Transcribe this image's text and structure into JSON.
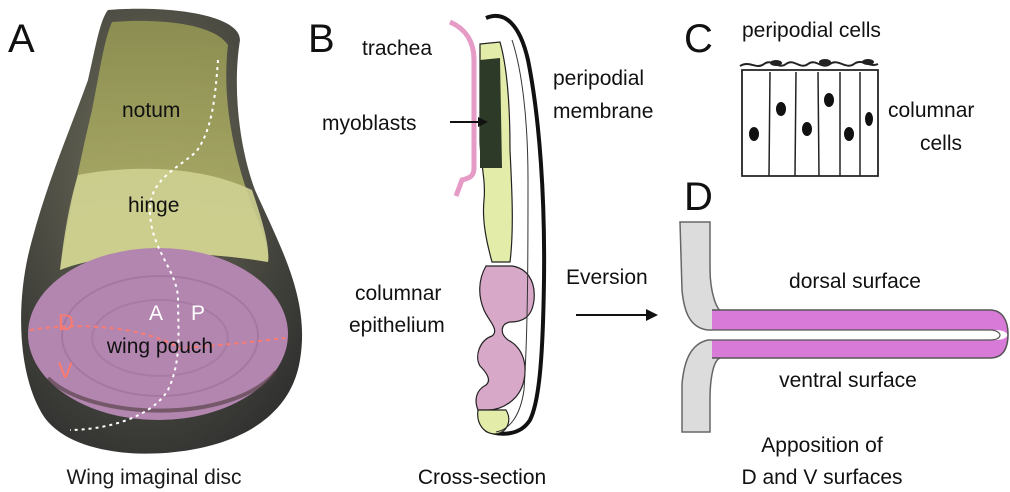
{
  "panels": {
    "a": {
      "letter": "A",
      "caption": "Wing imaginal disc",
      "regions": {
        "notum": "notum",
        "hinge": "hinge",
        "wing_pouch": "wing pouch"
      },
      "axes": {
        "anterior": "A",
        "posterior": "P",
        "dorsal": "D",
        "ventral": "V"
      }
    },
    "b": {
      "letter": "B",
      "caption": "Cross-section",
      "labels": {
        "trachea": "trachea",
        "myoblasts": "myoblasts",
        "peripodial_line1": "peripodial",
        "peripodial_line2": "membrane",
        "columnar_line1": "columnar",
        "columnar_line2": "epithelium"
      }
    },
    "c": {
      "letter": "C",
      "labels": {
        "peripodial_cells": "peripodial cells",
        "columnar_line1": "columnar",
        "columnar_line2": "cells"
      }
    },
    "d": {
      "letter": "D",
      "labels": {
        "eversion": "Eversion",
        "dorsal_surface": "dorsal surface",
        "ventral_surface": "ventral surface",
        "caption_line1": "Apposition of",
        "caption_line2": "D and V surfaces"
      }
    }
  },
  "colors": {
    "notum": "#a7a65a",
    "hinge": "#d6d79a",
    "pouch": "#b386b0",
    "disc_edge": "#3d3d3d",
    "trachea": "#e69ac6",
    "myoblasts": "#2e3a28",
    "columnar_green": "#e4ecaa",
    "columnar_pink": "#d8a8c8",
    "tissue_gray": "#dcdcdc",
    "surface_purple": "#d77ad8",
    "dv_boundary": "#ff7a6e"
  }
}
